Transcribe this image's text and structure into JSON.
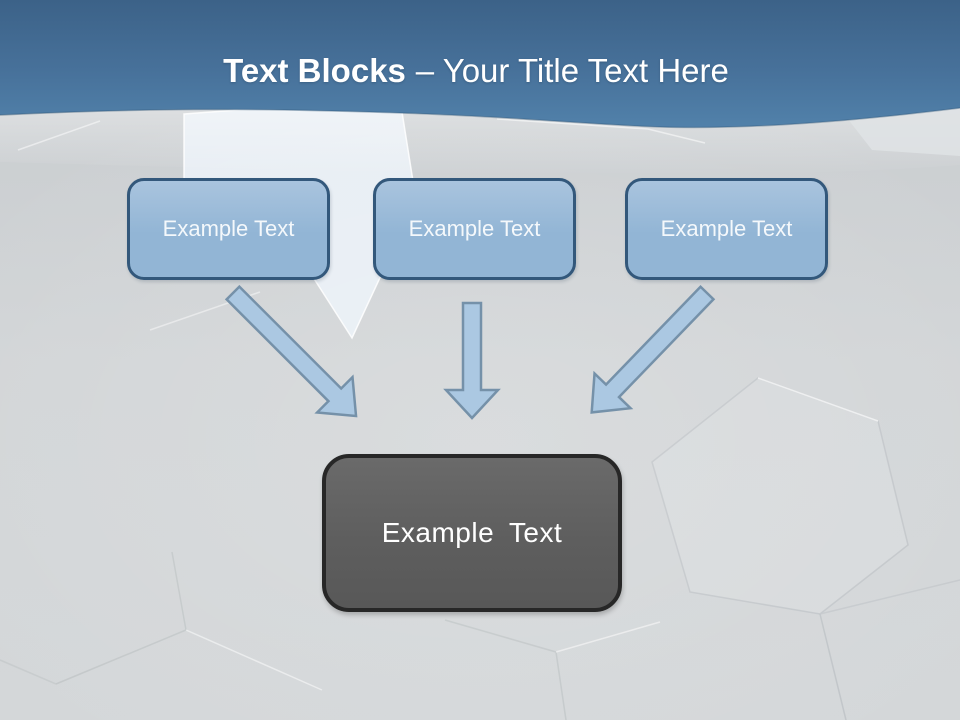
{
  "slide_title": {
    "emphasis": "Text Blocks",
    "subtitle": "– Your Title Text Here"
  },
  "text_blocks": [
    {
      "label": "Example Text"
    },
    {
      "label": "Example Text"
    },
    {
      "label": "Example Text"
    }
  ],
  "result_block": {
    "label": "Example Text"
  },
  "colors": {
    "header-top": "#3c6288",
    "header-mid": "#47719a",
    "header-bottom": "#5181aa",
    "title-text": "#ffffff",
    "block-fill": "#92b5d5",
    "block-fill-light": "#a9c4de",
    "block-border": "#33587b",
    "block-text": "#f4f8fb",
    "target-fill": "#5e5e5e",
    "target-border": "#272727",
    "target-text": "#ffffff",
    "arrow-fill": "#abc8e2",
    "arrow-stroke": "#7591a9",
    "canvas-top": "#c7cbce",
    "canvas-bottom": "#d4d7d9",
    "hex-highlight": "#e8eef4"
  }
}
